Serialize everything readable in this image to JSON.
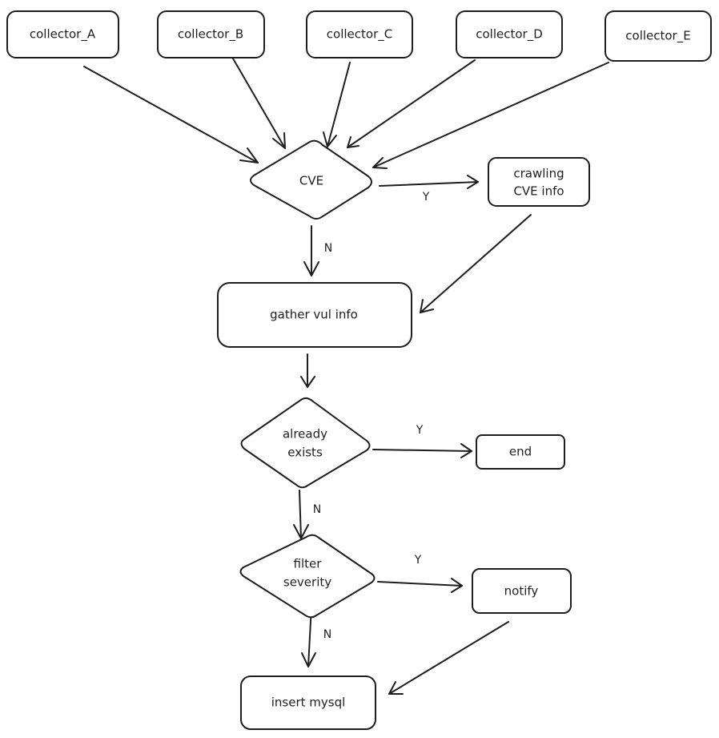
{
  "nodes": {
    "collector_a": "collector_A",
    "collector_b": "collector_B",
    "collector_c": "collector_C",
    "collector_d": "collector_D",
    "collector_e": "collector_E",
    "cve": "CVE",
    "crawling_line1": "crawling",
    "crawling_line2": "CVE info",
    "gather": "gather vul info",
    "exists_line1": "already",
    "exists_line2": "exists",
    "end": "end",
    "filter_line1": "filter",
    "filter_line2": "severity",
    "notify": "notify",
    "insert": "insert mysql"
  },
  "edges": {
    "cve_yes": "Y",
    "cve_no": "N",
    "exists_yes": "Y",
    "exists_no": "N",
    "filter_yes": "Y",
    "filter_no": "N"
  }
}
